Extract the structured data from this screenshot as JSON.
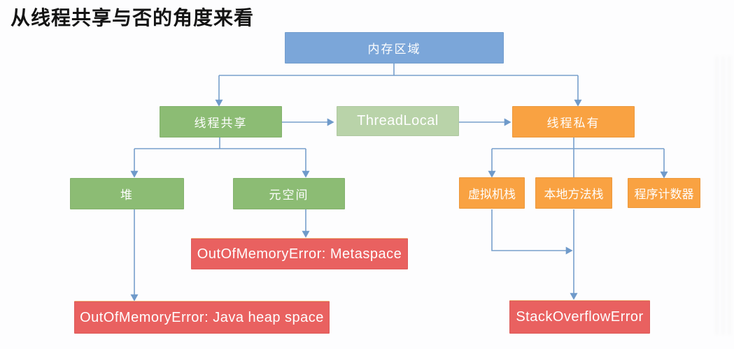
{
  "title": "从线程共享与否的角度来看",
  "diagram": {
    "nodes": {
      "memory_area": {
        "label": "内存区域",
        "color": "#7ba6d9"
      },
      "thread_shared": {
        "label": "线程共享",
        "color": "#8cbc74"
      },
      "thread_local": {
        "label": "ThreadLocal",
        "color": "#b9d3a9"
      },
      "thread_private": {
        "label": "线程私有",
        "color": "#f9a242"
      },
      "heap": {
        "label": "堆",
        "color": "#8cbc74"
      },
      "metaspace": {
        "label": "元空间",
        "color": "#8cbc74"
      },
      "vm_stack": {
        "label": "虚拟机栈",
        "color": "#f9a242"
      },
      "native_method_stack": {
        "label": "本地方法栈",
        "color": "#f9a242"
      },
      "program_counter": {
        "label": "程序计数器",
        "color": "#f9a242"
      },
      "oom_metaspace": {
        "label": "OutOfMemoryError: Metaspace",
        "color": "#e96160"
      },
      "oom_heap": {
        "label": "OutOfMemoryError: Java heap space",
        "color": "#e96160"
      },
      "stack_overflow": {
        "label": "StackOverflowError",
        "color": "#e96160"
      }
    },
    "edges": [
      {
        "from": "memory_area",
        "to": "thread_shared"
      },
      {
        "from": "memory_area",
        "to": "thread_private"
      },
      {
        "from": "thread_shared",
        "to": "thread_local"
      },
      {
        "from": "thread_local",
        "to": "thread_private"
      },
      {
        "from": "thread_shared",
        "to": "heap"
      },
      {
        "from": "thread_shared",
        "to": "metaspace"
      },
      {
        "from": "thread_private",
        "to": "vm_stack"
      },
      {
        "from": "thread_private",
        "to": "native_method_stack"
      },
      {
        "from": "thread_private",
        "to": "program_counter"
      },
      {
        "from": "heap",
        "to": "oom_heap"
      },
      {
        "from": "metaspace",
        "to": "oom_metaspace"
      },
      {
        "from": "vm_stack",
        "to": "stack_overflow"
      },
      {
        "from": "native_method_stack",
        "to": "stack_overflow"
      }
    ],
    "connector_color": "#78a0cc",
    "title_color": "#131313",
    "background_color": "#fdfdfe",
    "node_text_color": "#ffffff"
  }
}
